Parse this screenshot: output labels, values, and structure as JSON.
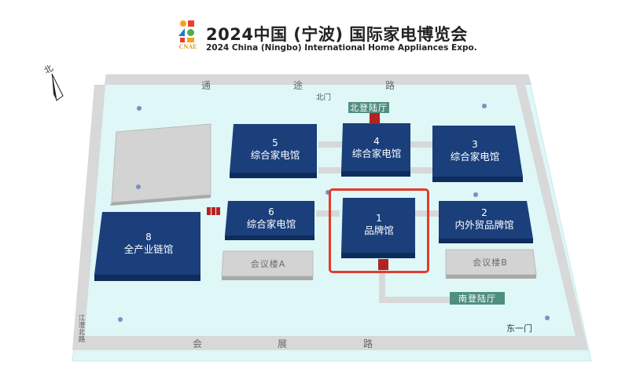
{
  "header": {
    "logo_text": "CNAE",
    "title_cn": "2024中国 (宁波) 国际家电博览会",
    "title_en": "2024 China (Ningbo) International Home Appliances Expo."
  },
  "compass": {
    "label": "北"
  },
  "roads": {
    "north": [
      "通",
      "途",
      "路"
    ],
    "south": [
      "会",
      "展",
      "路"
    ],
    "west": "江澄北路"
  },
  "gates": {
    "north_gate": "北门",
    "north_hall_entrance": "北登陆厅",
    "south_hall_entrance": "南登陆厅",
    "east_gate": "东一门"
  },
  "halls": [
    {
      "id": "1",
      "num": "1",
      "name": "品牌馆"
    },
    {
      "id": "2",
      "num": "2",
      "name": "内外贸品牌馆"
    },
    {
      "id": "3",
      "num": "3",
      "name": "综合家电馆"
    },
    {
      "id": "4",
      "num": "4",
      "name": "综合家电馆"
    },
    {
      "id": "5",
      "num": "5",
      "name": "综合家电馆"
    },
    {
      "id": "6",
      "num": "6",
      "name": "综合家电馆"
    },
    {
      "id": "8",
      "num": "8",
      "name": "全产业链馆"
    }
  ],
  "meeting_buildings": {
    "a": "会议楼A",
    "b": "会议楼B"
  },
  "highlighted_hall": "1",
  "colors": {
    "hall_blue": "#1a3f7a",
    "hall_blue_top": "#2b5aa3",
    "ground": "#dff7f7",
    "road": "#d8d8d8",
    "highlight": "#e43a2b",
    "gate_tag": "#4f8f80",
    "entrance_red": "#b42324"
  }
}
